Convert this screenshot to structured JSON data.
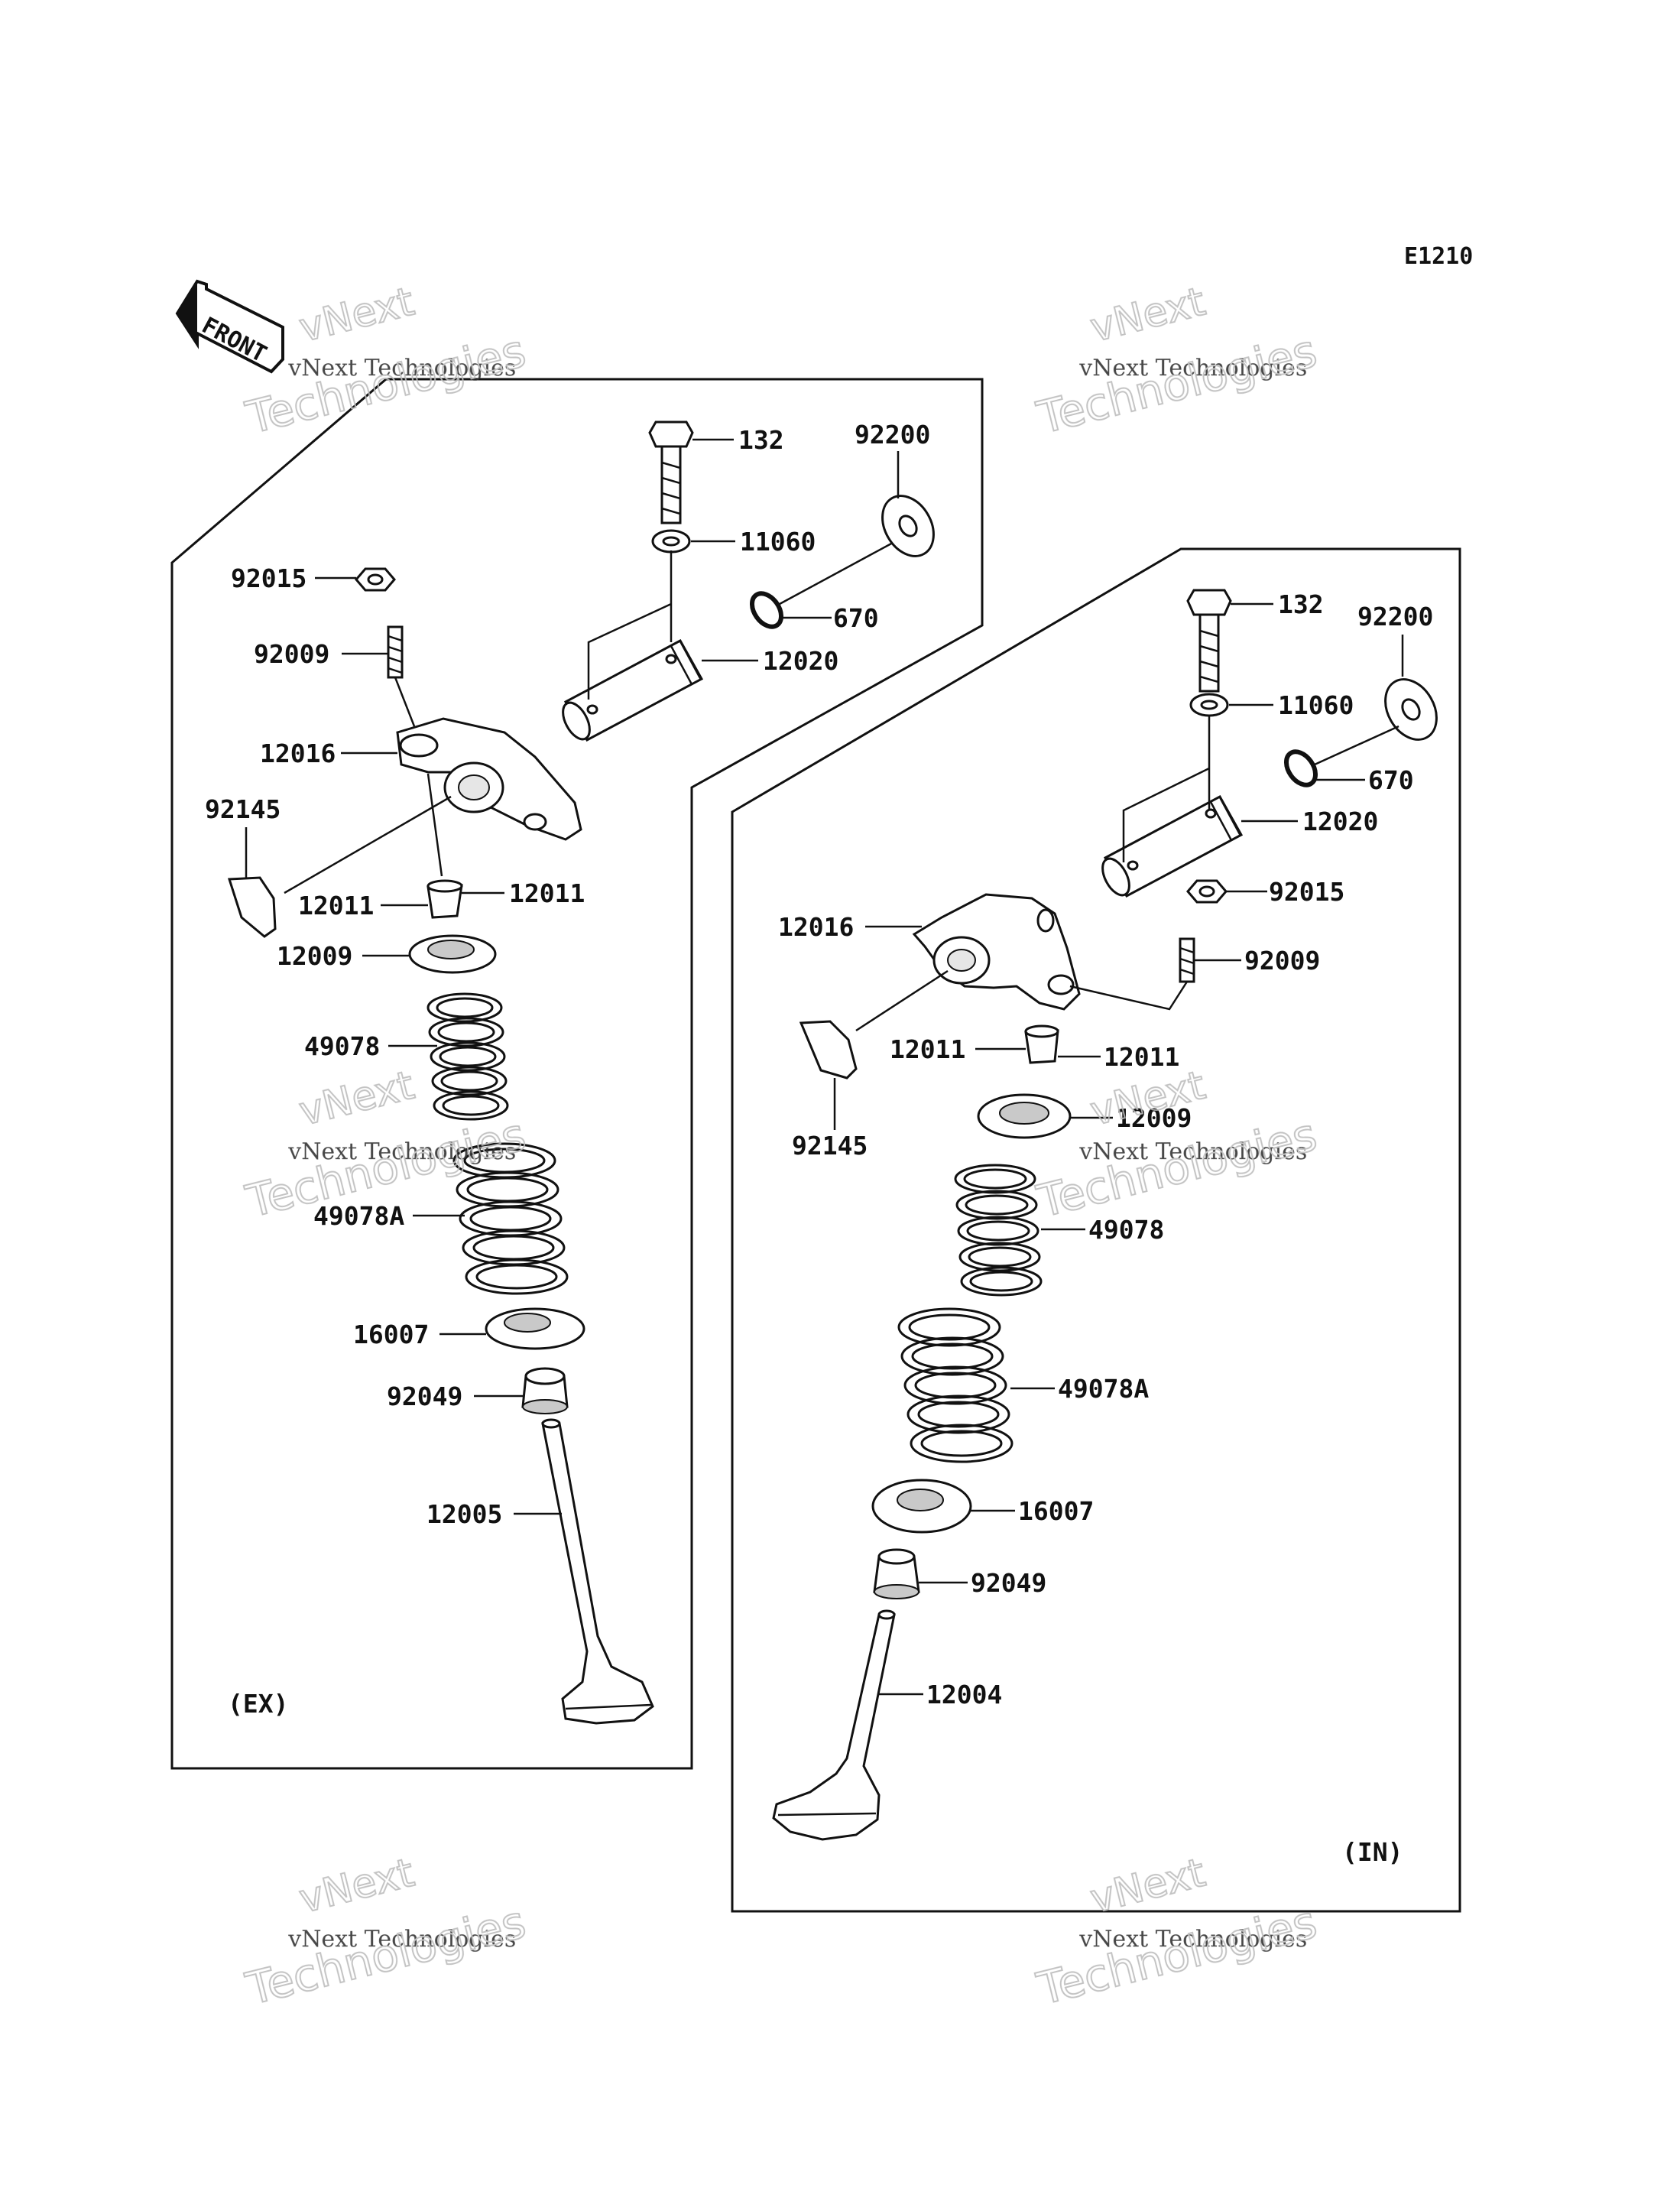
{
  "diagram_code": "E1210",
  "front_label": "FRONT",
  "watermark": {
    "line1": "vNext Technologies",
    "line2": "vNext",
    "line3": "Technologies"
  },
  "exhaust": {
    "section_label": "(EX)",
    "parts": {
      "p132": "132",
      "p92200": "92200",
      "p11060": "11060",
      "p92015": "92015",
      "p670": "670",
      "p92009": "92009",
      "p12020": "12020",
      "p12016": "12016",
      "p92145": "92145",
      "p12011a": "12011",
      "p12011b": "12011",
      "p12009": "12009",
      "p49078": "49078",
      "p49078A": "49078A",
      "p16007": "16007",
      "p92049": "92049",
      "p12005": "12005"
    }
  },
  "intake": {
    "section_label": "(IN)",
    "parts": {
      "p132": "132",
      "p92200": "92200",
      "p11060": "11060",
      "p670": "670",
      "p12020": "12020",
      "p92015": "92015",
      "p12016": "12016",
      "p92009": "92009",
      "p12011a": "12011",
      "p12011b": "12011",
      "p92145": "92145",
      "p12009": "12009",
      "p49078": "49078",
      "p49078A": "49078A",
      "p16007": "16007",
      "p92049": "92049",
      "p12004": "12004"
    }
  }
}
